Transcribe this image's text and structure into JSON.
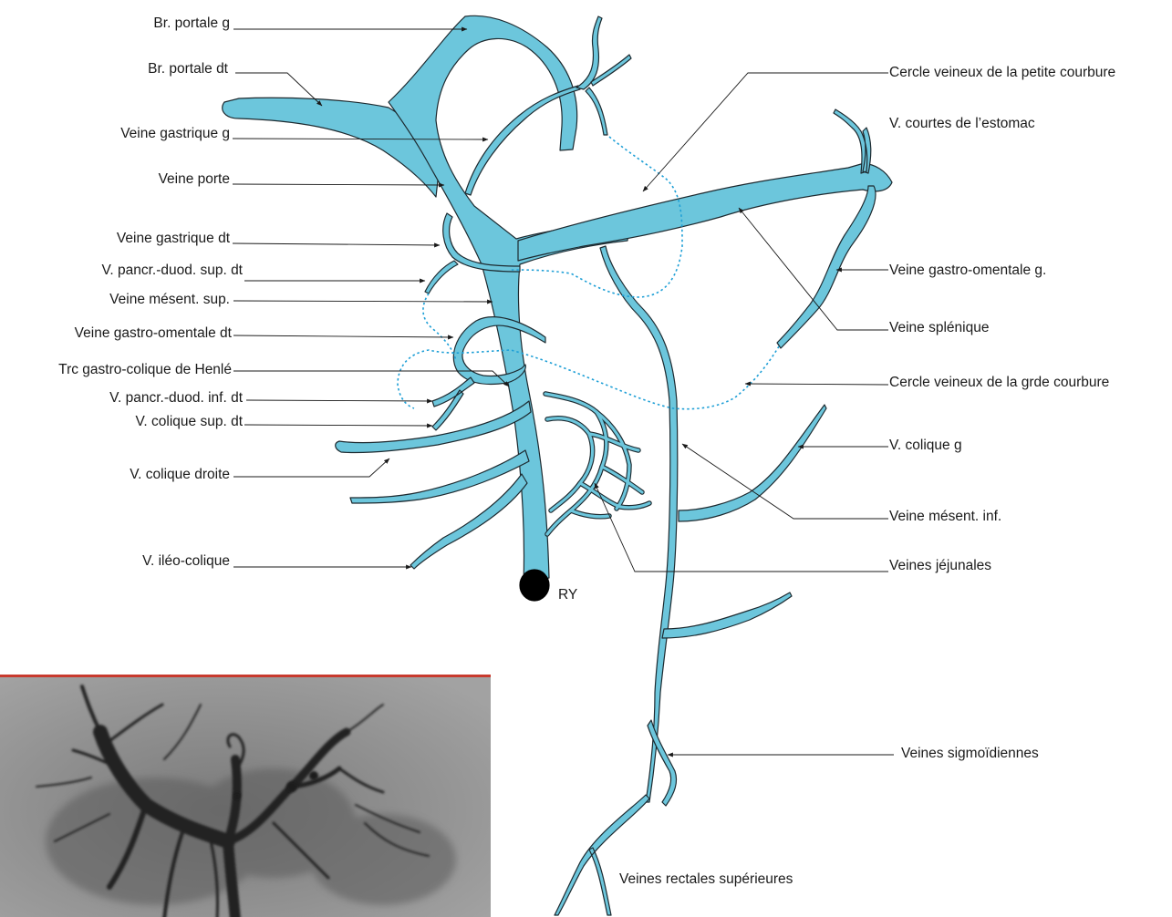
{
  "colors": {
    "vein_fill": "#6cc6dc",
    "vein_outline": "#1d2a30",
    "circle_dotted": "#1e9fd6",
    "angio_border": "#c83a2e",
    "angio_background": "#8e8e8e",
    "root_marker": "#000000"
  },
  "labels": {
    "br_portale_g": "Br. portale g",
    "br_portale_dt": "Br. portale dt",
    "veine_gastrique_g": "Veine gastrique g",
    "veine_porte": "Veine porte",
    "veine_gastrique_dt": "Veine gastrique dt",
    "v_pancr_duod_sup_dt": "V. pancr.-duod. sup. dt",
    "veine_mesent_sup": "Veine mésent. sup.",
    "veine_gastro_omentale_dt": "Veine gastro-omentale dt",
    "trc_gastro_colique": "Trc gastro-colique de Henlé",
    "v_pancr_duod_inf_dt": "V. pancr.-duod. inf. dt",
    "v_colique_sup_dt": "V. colique sup. dt",
    "v_colique_droite": "V. colique droite",
    "v_ileo_colique": "V. iléo-colique",
    "cercle_petite_courbure": "Cercle veineux de la petite courbure",
    "v_courtes_estomac": "V. courtes de l’estomac",
    "veine_gastro_omentale_g": "Veine gastro-omentale g.",
    "veine_splenique": "Veine splénique",
    "cercle_grde_courbure": "Cercle veineux de la grde courbure",
    "v_colique_g": "V. colique g",
    "veine_mesent_inf": "Veine mésent. inf.",
    "veines_jejunales": "Veines jéjunales",
    "veines_sigmoidiennes": "Veines sigmoïdiennes",
    "veines_rectales_sup": "Veines rectales supérieures",
    "root_marker_label": "RY"
  },
  "angiogram": {
    "image": "venous-phase-angiogram"
  }
}
